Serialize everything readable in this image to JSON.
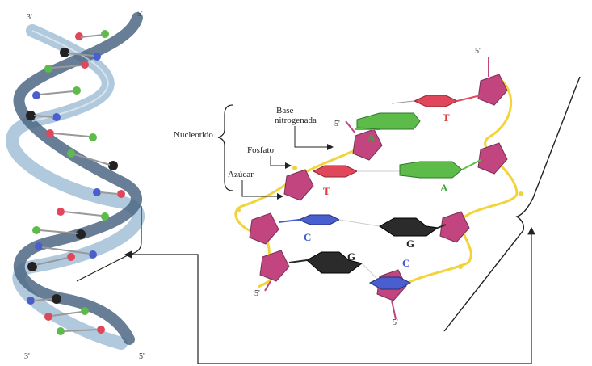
{
  "helix": {
    "label_3prime_top": "3'",
    "label_5prime_top": "5'",
    "label_3prime_bottom": "3'",
    "label_5prime_bottom": "5'"
  },
  "detail": {
    "label_5prime_top": "5'",
    "label_5prime_left": "5'",
    "label_5prime_bottom_left": "5'",
    "label_5prime_bottom": "5'"
  },
  "annotations": {
    "nucleotide": "Nucleotido",
    "nitrogen_base_line1": "Base",
    "nitrogen_base_line2": "nitrogenada",
    "phosphate": "Fosfato",
    "sugar": "Azúcar"
  },
  "base_pairs": [
    {
      "left": "A",
      "right": "T",
      "left_color": "#3aa83a",
      "right_color": "#d93a3a"
    },
    {
      "left": "T",
      "right": "A",
      "left_color": "#d93a3a",
      "right_color": "#3aa83a"
    },
    {
      "left": "C",
      "right": "G",
      "left_color": "#3a56c8",
      "right_color": "#222222"
    },
    {
      "left": "G",
      "right": "C",
      "left_color": "#222222",
      "right_color": "#3a56c8"
    }
  ],
  "colors": {
    "sugar": "#c2457f",
    "phosphate": "#f2d33a",
    "adenine": "#5dbb4a",
    "thymine": "#e0475a",
    "cytosine": "#4a5fcf",
    "guanine": "#2b2b2b",
    "backbone_light": "#a9c3d8",
    "backbone_dark": "#4c6784"
  }
}
